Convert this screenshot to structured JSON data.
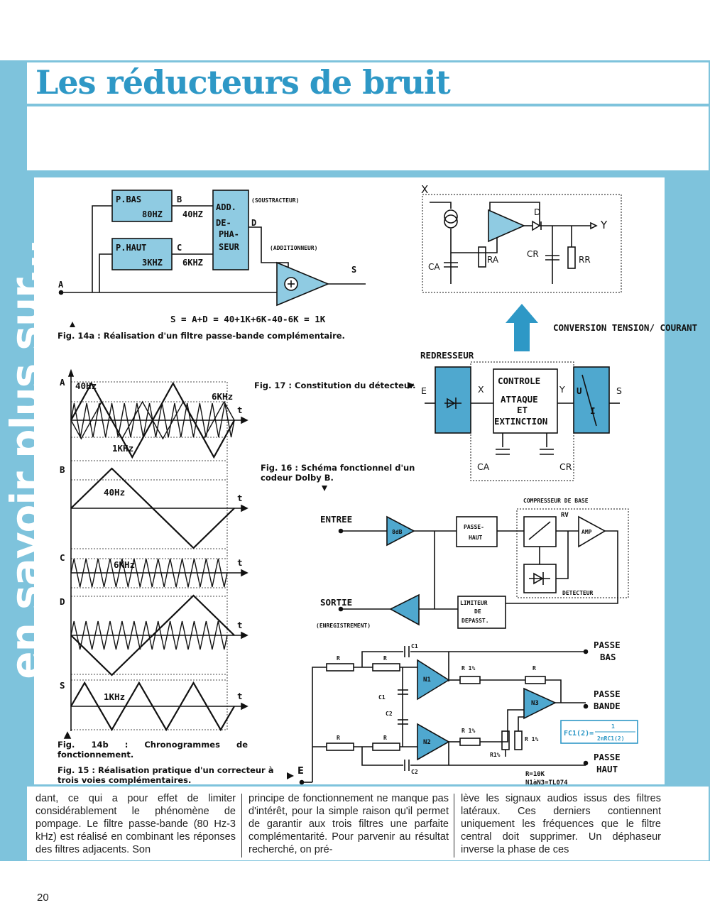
{
  "header": {
    "title": "Les réducteurs de bruit",
    "sidebar": "en savoir plus sur..."
  },
  "fig14a": {
    "caption": "Fig. 14a : Réalisation d'un filtre passe-bande complémentaire.",
    "block_pbas": "P.BAS",
    "block_pbas_freq": "80HZ",
    "block_phaut": "P.HAUT",
    "block_phaut_freq": "3KHZ",
    "label_b": "B",
    "label_c": "C",
    "label_d": "D",
    "label_a": "A",
    "label_s": "S",
    "freq_b": "40HZ",
    "freq_c": "6KHZ",
    "adder_line1": "ADD.",
    "adder_line2": "DE-",
    "adder_line3": "PHA-",
    "adder_line4": "SEUR",
    "soustracteur": "(SOUSTRACTEUR)",
    "additionneur": "(ADDITIONNEUR)",
    "formula": "S = A+D = 40+1K+6K-40-6K = 1K"
  },
  "fig14b": {
    "caption": "Fig. 14b : Chronogrammes de fonctionnement.",
    "label_a": "A",
    "label_b": "B",
    "label_c": "C",
    "label_d": "D",
    "label_s": "S",
    "t": "t",
    "a_40hz": "40Hz",
    "a_6khz": "6KHz",
    "a_1khz": "1KHz",
    "b_40hz": "40Hz",
    "c_6khz": "6KHz",
    "s_1khz": "1KHz"
  },
  "fig17": {
    "caption": "Fig. 17 : Constitution du détecteur.",
    "x": "X",
    "y": "Y",
    "d": "D",
    "ca": "CA",
    "ra": "RA",
    "cr": "CR",
    "rr": "RR"
  },
  "fig16": {
    "caption": "Fig. 16 : Schéma fonctionnel d'un codeur Dolby B.",
    "redresseur": "REDRESSEUR",
    "conversion": "CONVERSION TENSION/ COURANT",
    "controle_line1": "CONTROLE",
    "controle_line2": "ATTAQUE",
    "controle_line3": "ET",
    "controle_line4": "EXTINCTION",
    "e": "E",
    "s": "S",
    "x": "X",
    "y": "Y",
    "u": "U",
    "i": "I",
    "ca": "CA",
    "cr": "CR",
    "compresseur": "COMPRESSEUR DE BASE",
    "entree": "ENTREE",
    "sortie": "SORTIE",
    "enregistrement": "(ENREGISTREMENT)",
    "gain": "8dB",
    "passe_haut_line1": "PASSE-",
    "passe_haut_line2": "HAUT",
    "amp": "AMP",
    "rv": "RV",
    "detecteur": "DETECTEUR",
    "limiteur_line1": "LIMITEUR",
    "limiteur_line2": "DE",
    "limiteur_line3": "DEPASST."
  },
  "fig15": {
    "caption": "Fig. 15 : Réalisation pratique d'un correcteur à trois voies complémentaires.",
    "passe_bas_line1": "PASSE",
    "passe_bas_line2": "BAS",
    "passe_bande_line1": "PASSE",
    "passe_bande_line2": "BANDE",
    "passe_haut_line1": "PASSE",
    "passe_haut_line2": "HAUT",
    "r": "R",
    "r1pct": "R 1%",
    "r1pct_short": "R1%",
    "c1": "C1",
    "c2": "C2",
    "n1": "N1",
    "n2": "N2",
    "n3": "N3",
    "e": "E",
    "formula_lhs": "FC1(2)=",
    "formula_num": "1",
    "formula_den": "2πRC1(2)",
    "note_r": "R=10K",
    "note_n": "N1àN3=TL074"
  },
  "body": {
    "col1": "dant, ce qui a pour effet de limiter considérablement le phénomène de pompage. Le filtre passe-bande (80 Hz-3 kHz) est réalisé en combinant les réponses des filtres adjacents. Son",
    "col2": "principe de fonctionnement ne manque pas d'intérêt, pour la simple raison qu'il permet de garantir aux trois filtres une parfaite complémentarité. Pour parvenir au résultat recherché, on pré-",
    "col3": "lève les signaux audios issus des filtres latéraux. Ces derniers contiennent uniquement les fréquences que le filtre central doit supprimer. Un déphaseur inverse la phase de ces"
  },
  "footer": {
    "page_number": "20"
  },
  "colors": {
    "band": "#7ec3dc",
    "accent": "#2e98c6",
    "block": "#8fcbe2",
    "ink": "#111111"
  }
}
